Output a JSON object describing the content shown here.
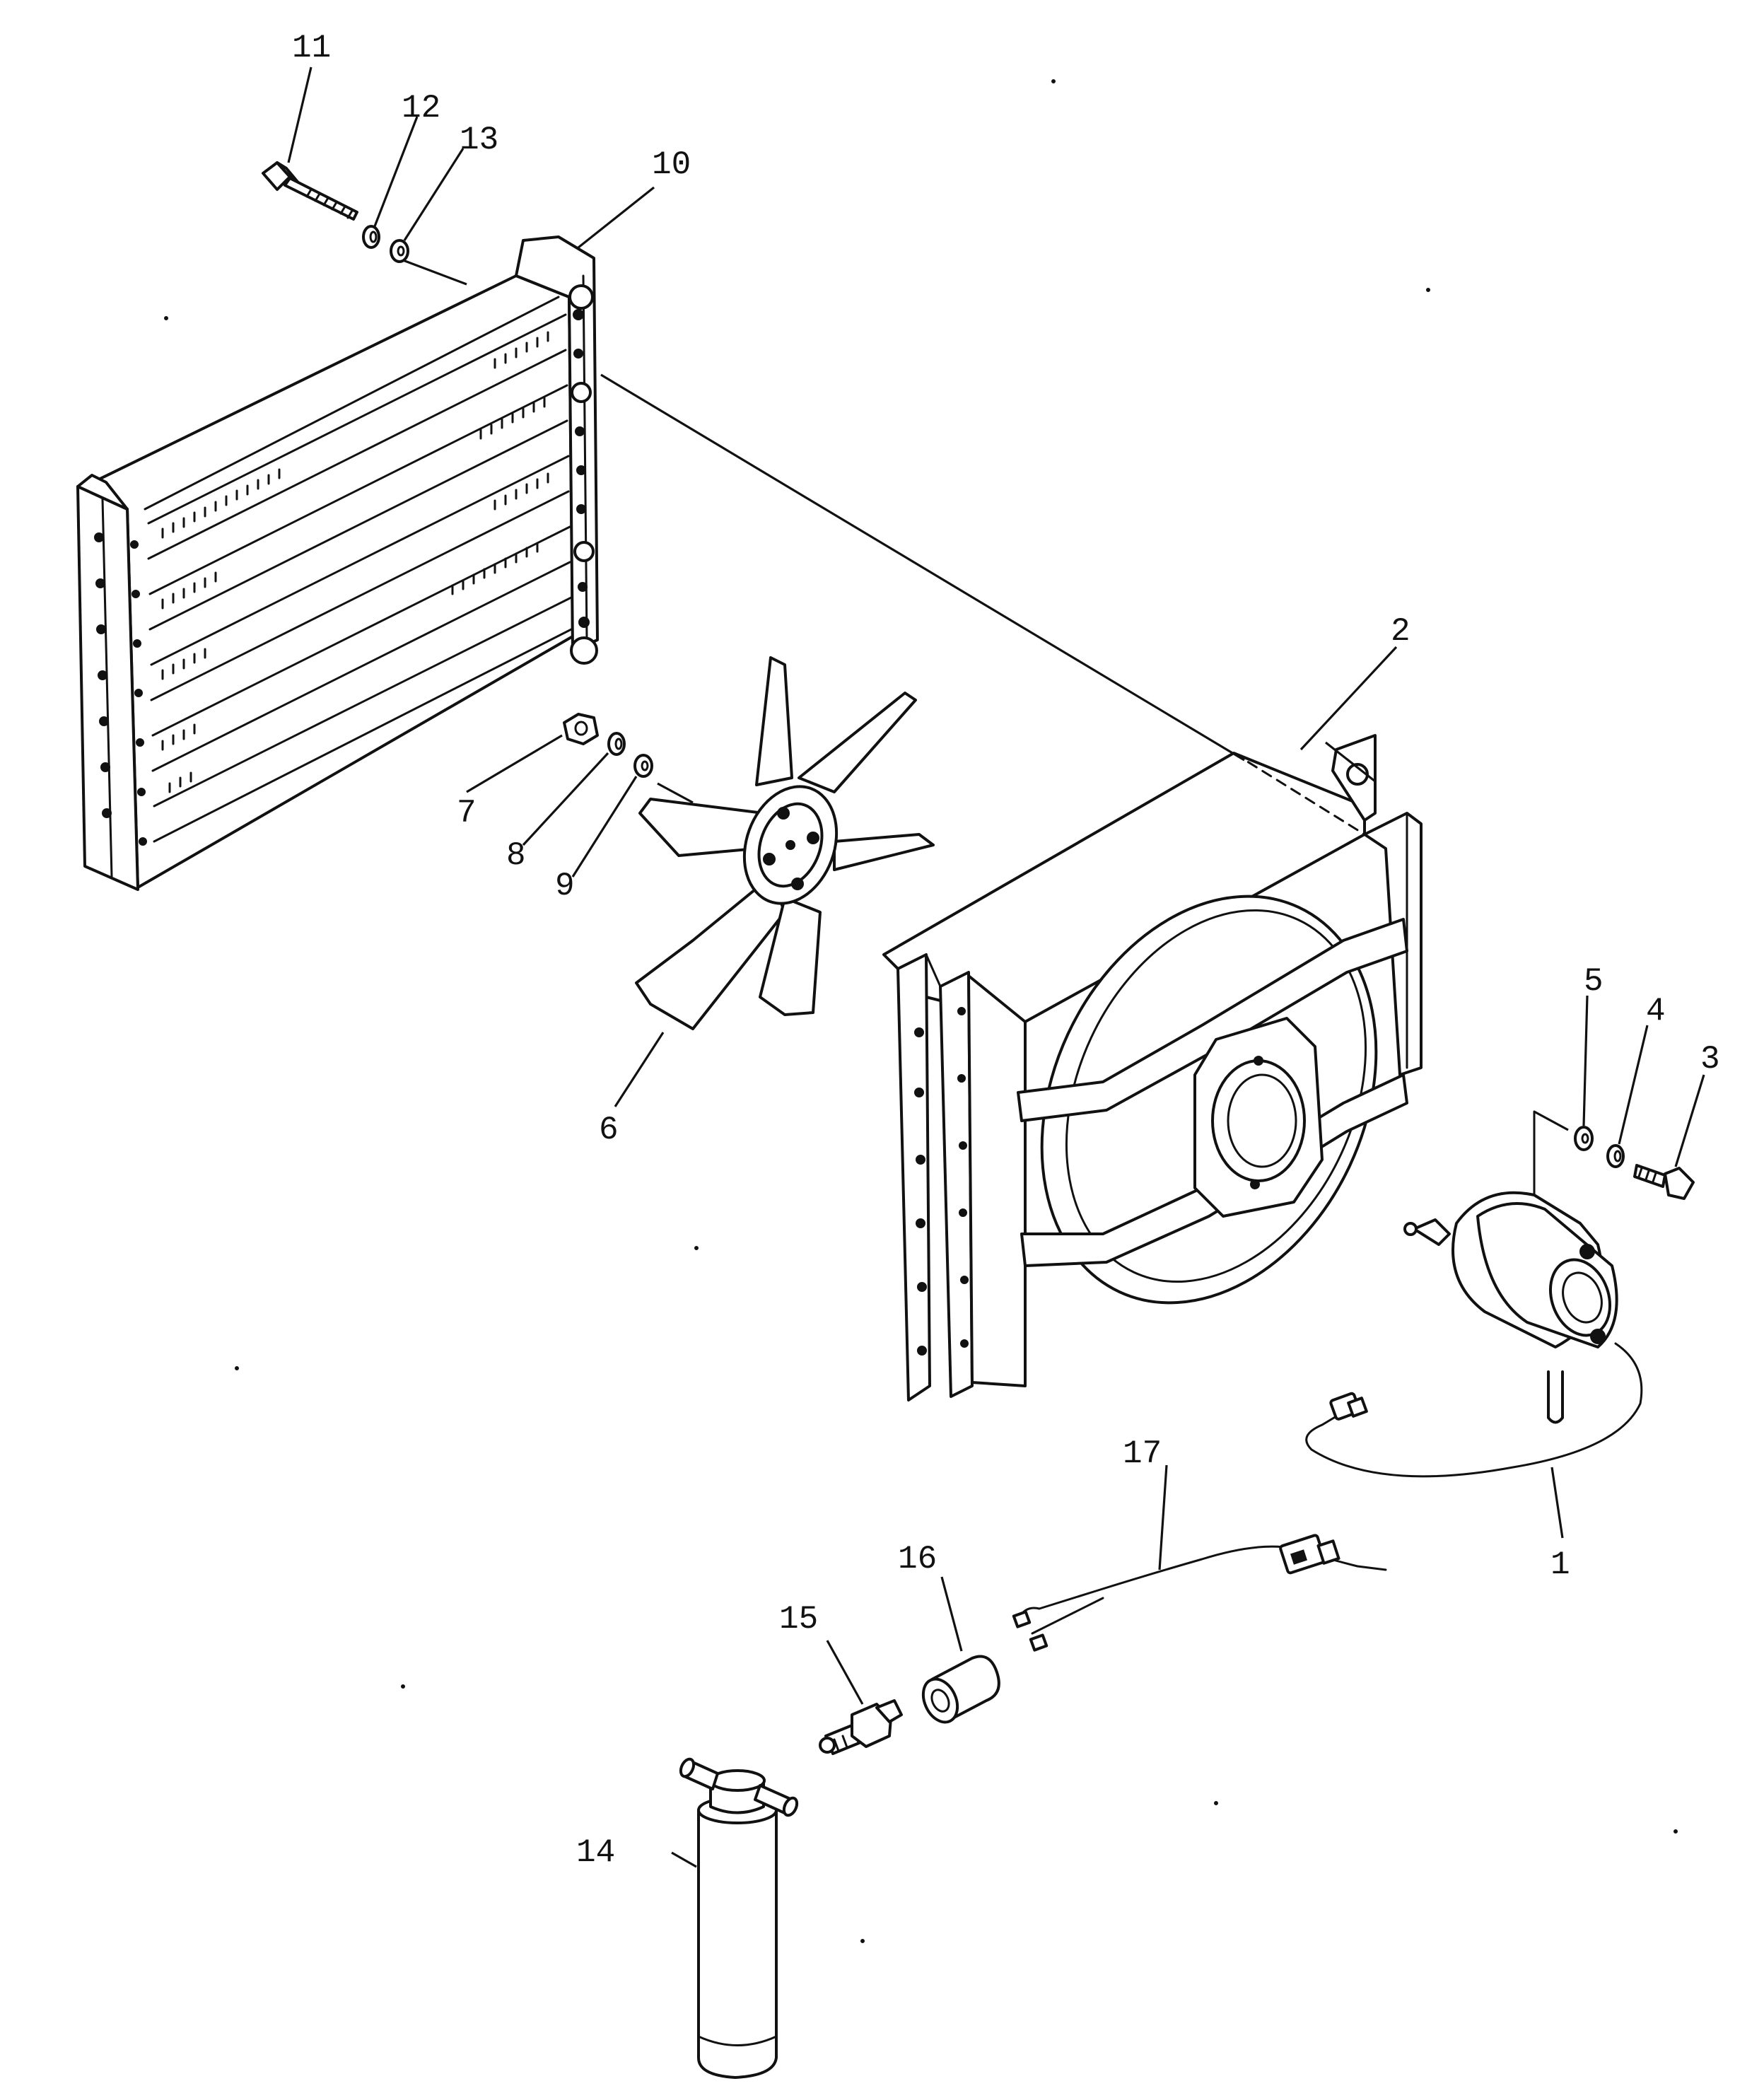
{
  "colors": {
    "background": "#ffffff",
    "ink": "#111111"
  },
  "callouts": {
    "c1": "1",
    "c2": "2",
    "c3": "3",
    "c4": "4",
    "c5": "5",
    "c6": "6",
    "c7": "7",
    "c8": "8",
    "c9": "9",
    "c10": "10",
    "c11": "11",
    "c12": "12",
    "c13": "13",
    "c14": "14",
    "c15": "15",
    "c16": "16",
    "c17": "17"
  },
  "parts": [
    {
      "ref": "1",
      "icon": "motor-icon"
    },
    {
      "ref": "2",
      "icon": "fan-shroud-icon"
    },
    {
      "ref": "3",
      "icon": "bolt-icon"
    },
    {
      "ref": "4",
      "icon": "spring-washer-icon"
    },
    {
      "ref": "5",
      "icon": "flat-washer-icon"
    },
    {
      "ref": "6",
      "icon": "fan-icon"
    },
    {
      "ref": "7",
      "icon": "nut-icon"
    },
    {
      "ref": "8",
      "icon": "spring-washer-icon"
    },
    {
      "ref": "9",
      "icon": "flat-washer-icon"
    },
    {
      "ref": "10",
      "icon": "condenser-icon"
    },
    {
      "ref": "11",
      "icon": "bolt-icon"
    },
    {
      "ref": "12",
      "icon": "spring-washer-icon"
    },
    {
      "ref": "13",
      "icon": "flat-washer-icon"
    },
    {
      "ref": "14",
      "icon": "receiver-drier-icon"
    },
    {
      "ref": "15",
      "icon": "pressure-switch-icon"
    },
    {
      "ref": "16",
      "icon": "connector-icon"
    },
    {
      "ref": "17",
      "icon": "wire-harness-icon"
    }
  ]
}
